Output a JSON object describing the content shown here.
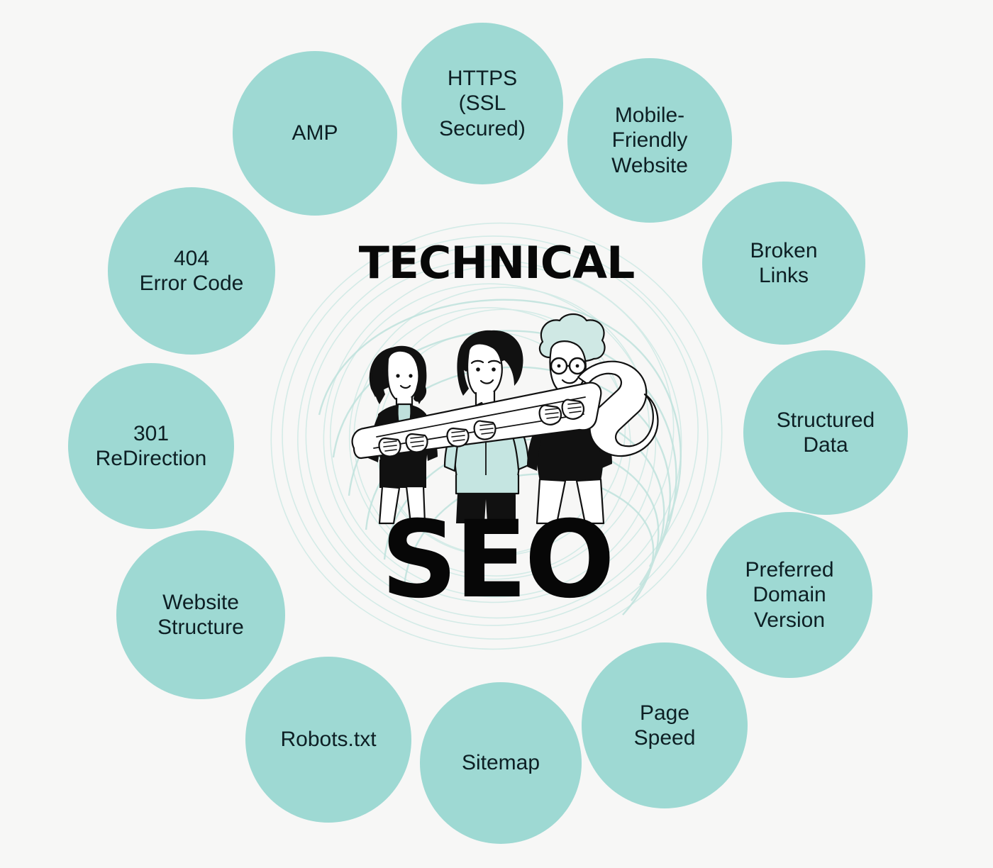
{
  "meta": {
    "background_color": "#f7f7f6",
    "bubble_color": "#9ed9d3",
    "text_color": "#0d1f24",
    "title_color": "#080808",
    "swirl_color": "#cfe8e4"
  },
  "center": {
    "title_top": "TECHNICAL",
    "title_bottom": "SEO",
    "illustration_name": "three-people-holding-wrench-illustration"
  },
  "bubbles": [
    {
      "id": "https-ssl-secured",
      "label": "HTTPS\n(SSL\nSecured)",
      "lines": [
        "HTTPS",
        "(SSL",
        "Secured)"
      ]
    },
    {
      "id": "mobile-friendly-website",
      "label": "Mobile-\nFriendly\nWebsite",
      "lines": [
        "Mobile-",
        "Friendly",
        "Website"
      ]
    },
    {
      "id": "broken-links",
      "label": "Broken\nLinks",
      "lines": [
        "Broken",
        "Links"
      ]
    },
    {
      "id": "structured-data",
      "label": "Structured\nData",
      "lines": [
        "Structured",
        "Data"
      ]
    },
    {
      "id": "preferred-domain-version",
      "label": "Preferred\nDomain\nVersion",
      "lines": [
        "Preferred",
        "Domain",
        "Version"
      ]
    },
    {
      "id": "page-speed",
      "label": "Page\nSpeed",
      "lines": [
        "Page",
        "Speed"
      ]
    },
    {
      "id": "sitemap",
      "label": "Sitemap",
      "lines": [
        "Sitemap"
      ]
    },
    {
      "id": "robots-txt",
      "label": "Robots.txt",
      "lines": [
        "Robots.txt"
      ]
    },
    {
      "id": "website-structure",
      "label": "Website\nStructure",
      "lines": [
        "Website",
        "Structure"
      ]
    },
    {
      "id": "301-redirection",
      "label": "301\nReDirection",
      "lines": [
        "301",
        "ReDirection"
      ]
    },
    {
      "id": "404-error-code",
      "label": "404\nError Code",
      "lines": [
        "404",
        "Error Code"
      ]
    },
    {
      "id": "amp",
      "label": "AMP",
      "lines": [
        "AMP"
      ]
    }
  ]
}
